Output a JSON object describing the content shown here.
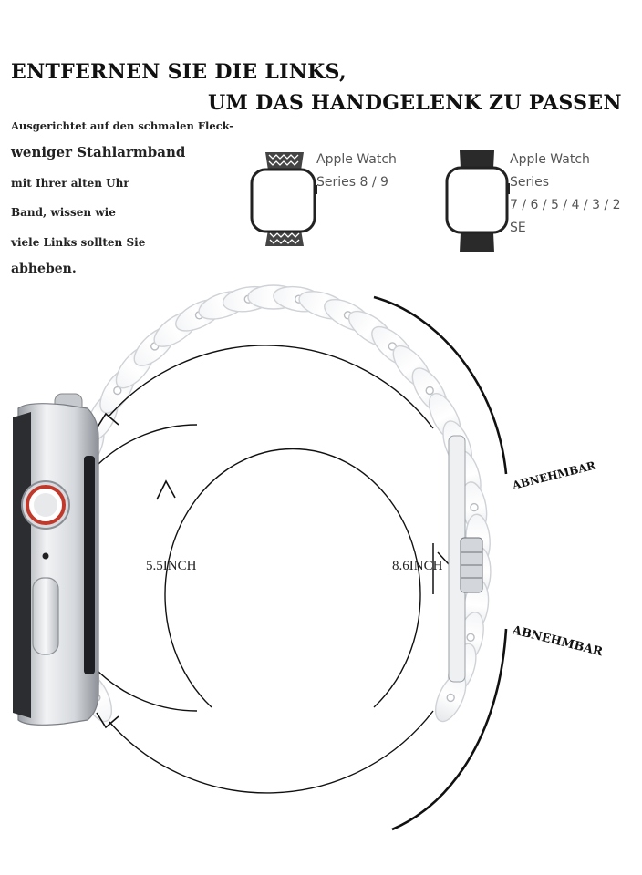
{
  "heading": {
    "line1": "ENTFERNEN SIE DIE LINKS,",
    "line2": "UM DAS HANDGELENK ZU PASSEN"
  },
  "instructions": [
    "Ausgerichtet auf den schmalen Fleck-",
    "weniger Stahlarmband",
    "mit Ihrer alten Uhr",
    "Band, wissen wie",
    "viele Links sollten Sie",
    "abheben."
  ],
  "models": {
    "left": {
      "line1": "Apple Watch",
      "line2": "Series 8 / 9",
      "icon": "braided-watch-icon"
    },
    "right": {
      "line1": "Apple Watch",
      "line2": "Series",
      "line3": "7 / 6 / 5 / 4 / 3 / 2",
      "line4": "SE",
      "icon": "sport-watch-icon"
    }
  },
  "measurements": {
    "inner": "5.5INCH",
    "outer": "8.6INCH"
  },
  "labels": {
    "removable_top": "ABNEHMBAR",
    "removable_bottom": "ABNEHMBAR"
  },
  "colors": {
    "crown_red": "#c0392b",
    "steel": "#b8bcc2",
    "ink": "#111111"
  }
}
